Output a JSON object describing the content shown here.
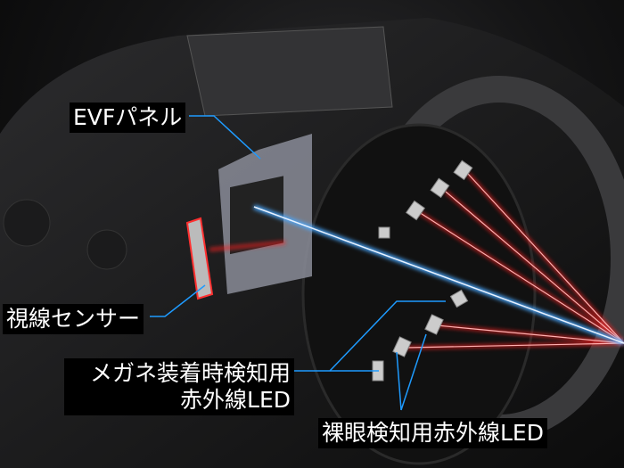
{
  "labels": {
    "evf_panel": "EVFパネル",
    "eye_sensor": "視線センサー",
    "glasses_led_line1": "メガネ装着時検知用",
    "glasses_led_line2": "赤外線LED",
    "naked_eye_led": "裸眼検知用赤外線LED"
  },
  "colors": {
    "leader_line": "#1e9bff",
    "ir_beam": "#ff2020",
    "eye_beam": "#4aa8ff"
  }
}
